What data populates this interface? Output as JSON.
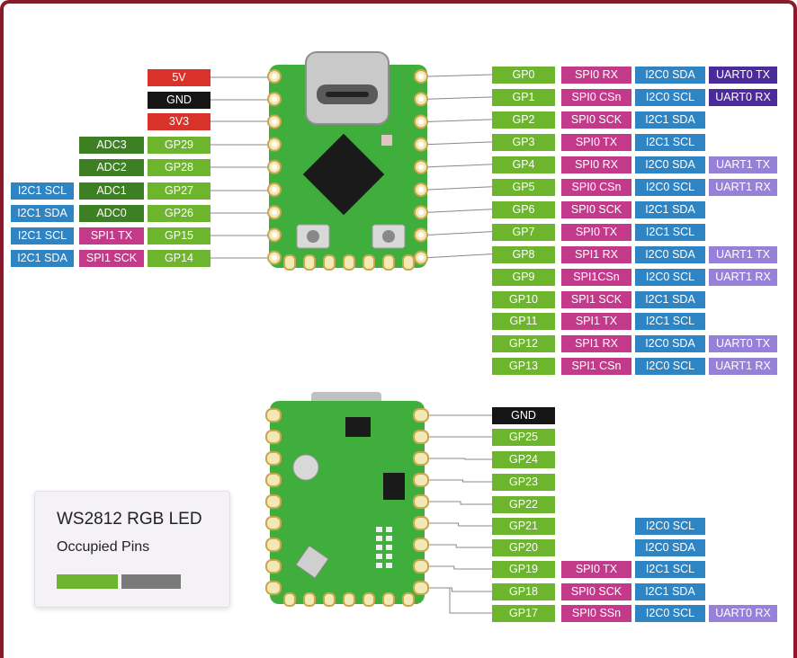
{
  "colors": {
    "power": "#d8322a",
    "ground": "#151515",
    "gpio": "#6cb52d",
    "adc": "#3d7f23",
    "spi": "#c43a8a",
    "i2c": "#2f84c4",
    "uart0": "#4b2b9a",
    "uart1": "#9780d8",
    "pcb": "#3fae3c",
    "frame": "#8b1a2b"
  },
  "top_left_power": [
    "5V",
    "GND",
    "3V3"
  ],
  "top_left_pins": [
    {
      "gp": "GP29",
      "f1": "ADC3",
      "f2": ""
    },
    {
      "gp": "GP28",
      "f1": "ADC2",
      "f2": ""
    },
    {
      "gp": "GP27",
      "f1": "ADC1",
      "f2": "I2C1 SCL"
    },
    {
      "gp": "GP26",
      "f1": "ADC0",
      "f2": "I2C1 SDA"
    },
    {
      "gp": "GP15",
      "f1": "SPI1 TX",
      "f2": "I2C1 SCL"
    },
    {
      "gp": "GP14",
      "f1": "SPI1 SCK",
      "f2": "I2C1 SDA"
    }
  ],
  "top_right_pins": [
    {
      "gp": "GP0",
      "spi": "SPI0 RX",
      "i2c": "I2C0 SDA",
      "uart": "UART0 TX"
    },
    {
      "gp": "GP1",
      "spi": "SPI0 CSn",
      "i2c": "I2C0 SCL",
      "uart": "UART0 RX"
    },
    {
      "gp": "GP2",
      "spi": "SPI0 SCK",
      "i2c": "I2C1 SDA",
      "uart": ""
    },
    {
      "gp": "GP3",
      "spi": "SPI0 TX",
      "i2c": "I2C1 SCL",
      "uart": ""
    },
    {
      "gp": "GP4",
      "spi": "SPI0 RX",
      "i2c": "I2C0 SDA",
      "uart": "UART1 TX"
    },
    {
      "gp": "GP5",
      "spi": "SPI0 CSn",
      "i2c": "I2C0 SCL",
      "uart": "UART1 RX"
    },
    {
      "gp": "GP6",
      "spi": "SPI0 SCK",
      "i2c": "I2C1 SDA",
      "uart": ""
    },
    {
      "gp": "GP7",
      "spi": "SPI0 TX",
      "i2c": "I2C1 SCL",
      "uart": ""
    },
    {
      "gp": "GP8",
      "spi": "SPI1 RX",
      "i2c": "I2C0 SDA",
      "uart": "UART1 TX"
    },
    {
      "gp": "GP9",
      "spi": "SPI1CSn",
      "i2c": "I2C0 SCL",
      "uart": "UART1 RX"
    },
    {
      "gp": "GP10",
      "spi": "SPI1 SCK",
      "i2c": "I2C1 SDA",
      "uart": ""
    },
    {
      "gp": "GP11",
      "spi": "SPI1 TX",
      "i2c": "I2C1 SCL",
      "uart": ""
    },
    {
      "gp": "GP12",
      "spi": "SPI1 RX",
      "i2c": "I2C0 SDA",
      "uart": "UART0 TX"
    },
    {
      "gp": "GP13",
      "spi": "SPI1 CSn",
      "i2c": "I2C0 SCL",
      "uart": "UART1 RX"
    }
  ],
  "bottom_right_pins": [
    {
      "gp": "GND",
      "spi": "",
      "i2c": "",
      "uart": ""
    },
    {
      "gp": "GP25",
      "spi": "",
      "i2c": "",
      "uart": ""
    },
    {
      "gp": "GP24",
      "spi": "",
      "i2c": "",
      "uart": ""
    },
    {
      "gp": "GP23",
      "spi": "",
      "i2c": "",
      "uart": ""
    },
    {
      "gp": "GP22",
      "spi": "",
      "i2c": "",
      "uart": ""
    },
    {
      "gp": "GP21",
      "spi": "",
      "i2c": "I2C0 SCL",
      "uart": ""
    },
    {
      "gp": "GP20",
      "spi": "",
      "i2c": "I2C0 SDA",
      "uart": ""
    },
    {
      "gp": "GP19",
      "spi": "SPI0 TX",
      "i2c": "I2C1 SCL",
      "uart": ""
    },
    {
      "gp": "GP18",
      "spi": "SPI0 SCK",
      "i2c": "I2C1 SDA",
      "uart": ""
    },
    {
      "gp": "GP17",
      "spi": "SPI0 SSn",
      "i2c": "I2C0 SCL",
      "uart": "UART0 RX"
    }
  ],
  "legend": {
    "title": "WS2812  RGB LED",
    "subtitle": "Occupied Pins"
  }
}
